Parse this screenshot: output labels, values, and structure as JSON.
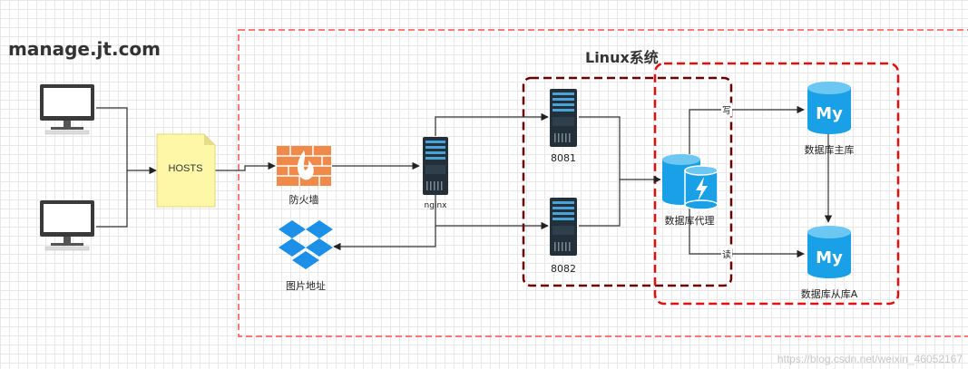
{
  "site": {
    "title": "manage.jt.com"
  },
  "group": {
    "title": "Linux系统"
  },
  "nodes": {
    "hosts": "HOSTS",
    "firewall": "防火墙",
    "nginx": "nginx",
    "image_store": "图片地址",
    "server_a": "8081",
    "server_b": "8082",
    "db_proxy": "数据库代理",
    "db_master": "数据库主库",
    "db_slave": "数据库从库A"
  },
  "edges": {
    "write": "写",
    "read": "读"
  },
  "icons": {
    "db_master": "My",
    "db_slave": "My"
  },
  "colors": {
    "outer_border": "#ff4d4d",
    "app_group_border": "#6b0000",
    "db_group_border": "#e01010",
    "db_blue": "#1aa0e6",
    "firewall": "#f08a4b",
    "dropbox": "#1c8fe8",
    "hosts_note": "#fff7a8"
  },
  "watermark": "https://blog.csdn.net/weixin_46052167"
}
